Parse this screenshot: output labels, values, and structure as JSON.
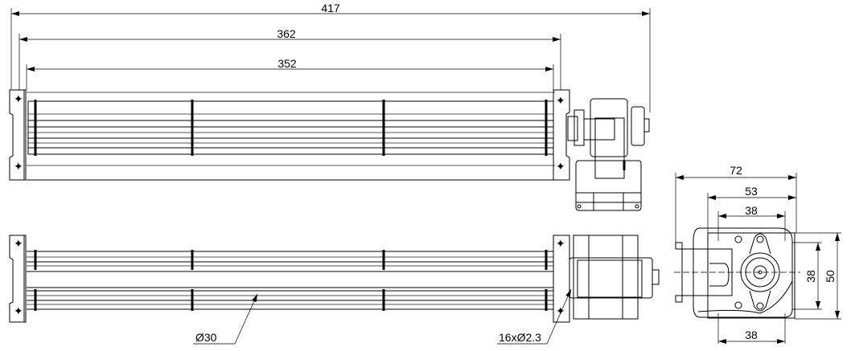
{
  "drawing": {
    "dimensions": {
      "overall_length": "417",
      "bracket_length": "362",
      "impeller_length": "352",
      "side_width": "72",
      "side_motor_width": "53",
      "side_hole_spacing_top": "38",
      "side_hole_spacing_bottom": "38",
      "side_hole_spacing_vertical": "38",
      "side_height": "50"
    },
    "callouts": {
      "impeller_diameter": "Ø30",
      "holes": "16xØ2.3"
    },
    "colors": {
      "lines": "#000000",
      "grey_lines": "#777777"
    }
  }
}
